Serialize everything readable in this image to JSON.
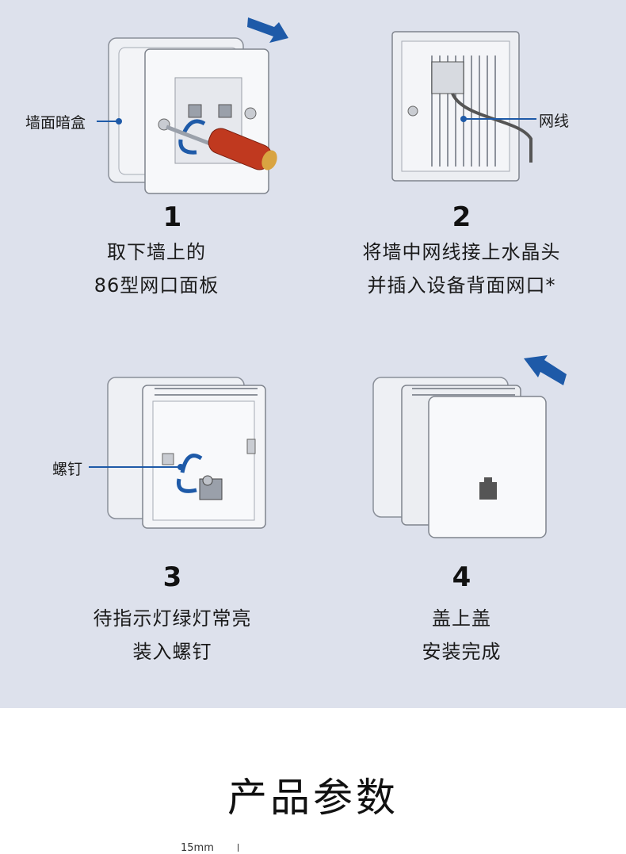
{
  "steps": [
    {
      "number": "1",
      "lines": [
        "取下墙上的",
        "86型网口面板"
      ],
      "callout": "墙面暗盒"
    },
    {
      "number": "2",
      "lines": [
        "将墙中网线接上水晶头",
        "并插入设备背面网口*"
      ],
      "callout": "网线"
    },
    {
      "number": "3",
      "lines": [
        "待指示灯绿灯常亮",
        "装入螺钉"
      ],
      "callout": "螺钉"
    },
    {
      "number": "4",
      "lines": [
        "盖上盖",
        "安装完成"
      ],
      "callout": ""
    }
  ],
  "section": {
    "title": "产品参数"
  },
  "dimension": {
    "label": "15mm"
  },
  "colors": {
    "panel_bg": "#dde1ec",
    "accent_blue": "#1e5aa8",
    "screwdriver": "#c0391f"
  }
}
